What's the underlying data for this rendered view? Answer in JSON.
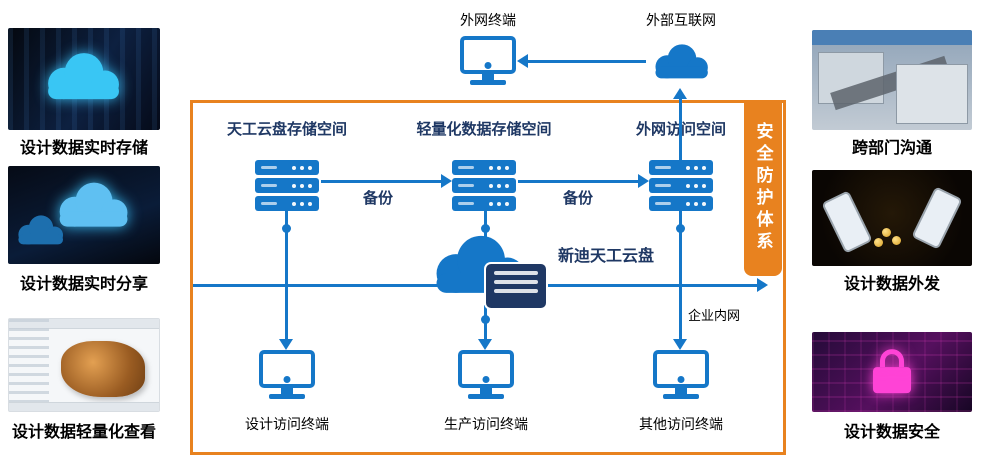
{
  "left_panels": [
    {
      "caption": "设计数据实时存储"
    },
    {
      "caption": "设计数据实时分享"
    },
    {
      "caption": "设计数据轻量化查看"
    }
  ],
  "right_panels": [
    {
      "caption": "跨部门沟通"
    },
    {
      "caption": "设计数据外发"
    },
    {
      "caption": "设计数据安全"
    }
  ],
  "external": {
    "terminal_label": "外网终端",
    "internet_label": "外部互联网"
  },
  "core": {
    "storage_spaces": [
      "天工云盘存储空间",
      "轻量化数据存储空间",
      "外网访问空间"
    ],
    "backup_labels": [
      "备份",
      "备份"
    ],
    "cloud_label": "新迪天工云盘",
    "intranet_label": "企业内网",
    "terminals": [
      "设计访问终端",
      "生产访问终端",
      "其他访问终端"
    ],
    "security_banner": "安全防护体系"
  },
  "colors": {
    "blue": "#1577C8",
    "navy": "#1F3864",
    "orange": "#E8821F",
    "photo_cloud_cyan": "#39C6F4",
    "lock_pink": "#FF43D6",
    "coin_gold": "#D8A023"
  }
}
